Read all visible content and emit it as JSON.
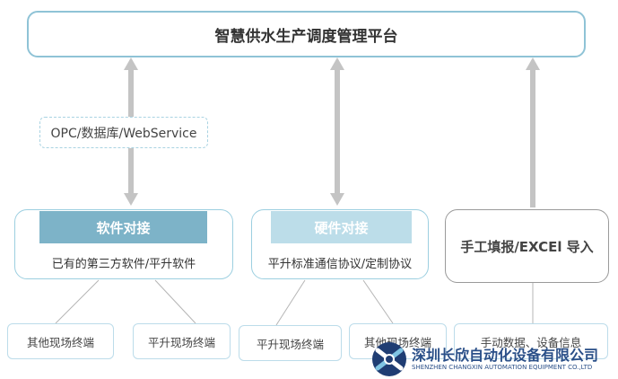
{
  "platform": {
    "title": "智慧供水生产调度管理平台"
  },
  "protocol": {
    "label": "OPC/数据库/WebService"
  },
  "software": {
    "title": "软件对接",
    "desc": "已有的第三方软件/平升软件"
  },
  "hardware": {
    "title": "硬件对接",
    "desc": "平升标准通信协议/定制协议"
  },
  "manual": {
    "title": "手工填报/EXCEl 导入"
  },
  "leaves": [
    {
      "label": "其他现场终端"
    },
    {
      "label": "平升现场终端"
    },
    {
      "label": "平升现场终端"
    },
    {
      "label": "其他现场终端"
    },
    {
      "label": "手动数据、设备信息"
    }
  ],
  "brand": {
    "name_cn": "深圳长欣自动化设备有限公司",
    "name_en": "SHENZHEN CHANGXIN AUTOMATION EQUIPMENT CO.,LTD"
  },
  "colors": {
    "software_band": "#7db3c8",
    "hardware_band": "#bcdde9",
    "arrow": "#c4c4c4",
    "brand": "#2a4f88"
  }
}
